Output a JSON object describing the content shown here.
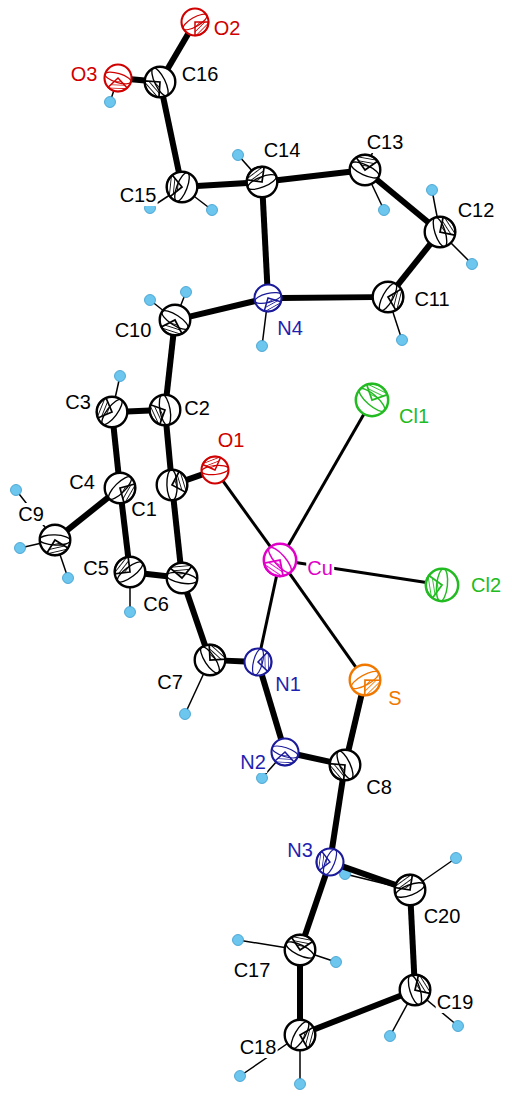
{
  "diagram": {
    "nodes": [
      {
        "text": [
          "O2"
        ]
      },
      {
        "text": [
          "O3"
        ]
      },
      {
        "text": [
          "C16"
        ]
      },
      {
        "text": [
          "C15"
        ]
      },
      {
        "text": [
          "C14"
        ]
      },
      {
        "text": [
          "C13"
        ]
      },
      {
        "text": [
          "C12"
        ]
      },
      {
        "text": [
          "C11"
        ]
      },
      {
        "text": [
          "N4"
        ]
      },
      {
        "text": [
          "C10"
        ]
      },
      {
        "text": [
          "C2"
        ]
      },
      {
        "text": [
          "C3"
        ]
      },
      {
        "text": [
          "O1"
        ]
      },
      {
        "text": [
          "Cl1"
        ]
      },
      {
        "text": [
          "C1"
        ]
      },
      {
        "text": [
          "C4"
        ]
      },
      {
        "text": [
          "C9"
        ]
      },
      {
        "text": [
          "Cu"
        ]
      },
      {
        "text": [
          "Cl2"
        ]
      },
      {
        "text": [
          "C5"
        ]
      },
      {
        "text": [
          "C6"
        ]
      },
      {
        "text": [
          "C7"
        ]
      },
      {
        "text": [
          "N1"
        ]
      },
      {
        "text": [
          "S"
        ]
      },
      {
        "text": [
          "N2"
        ]
      },
      {
        "text": [
          "C8"
        ]
      },
      {
        "text": [
          "N3"
        ]
      },
      {
        "text": [
          "C20"
        ]
      },
      {
        "text": [
          "C17"
        ]
      },
      {
        "text": [
          "C19"
        ]
      },
      {
        "text": [
          "C18"
        ]
      }
    ],
    "edges": [
      {
        "from": 0,
        "to": 2,
        "arrow": "none"
      },
      {
        "from": 1,
        "to": 2,
        "arrow": "none"
      },
      {
        "from": 2,
        "to": 3,
        "arrow": "none"
      },
      {
        "from": 3,
        "to": 4,
        "arrow": "none"
      },
      {
        "from": 4,
        "to": 5,
        "arrow": "none"
      },
      {
        "from": 5,
        "to": 6,
        "arrow": "none"
      },
      {
        "from": 6,
        "to": 7,
        "arrow": "none"
      },
      {
        "from": 7,
        "to": 8,
        "arrow": "none"
      },
      {
        "from": 8,
        "to": 4,
        "arrow": "none"
      },
      {
        "from": 8,
        "to": 9,
        "arrow": "none"
      },
      {
        "from": 9,
        "to": 10,
        "arrow": "none"
      },
      {
        "from": 10,
        "to": 11,
        "arrow": "none"
      },
      {
        "from": 11,
        "to": 15,
        "arrow": "none"
      },
      {
        "from": 15,
        "to": 16,
        "arrow": "none"
      },
      {
        "from": 15,
        "to": 19,
        "arrow": "none"
      },
      {
        "from": 19,
        "to": 20,
        "arrow": "none"
      },
      {
        "from": 20,
        "to": 14,
        "arrow": "none"
      },
      {
        "from": 14,
        "to": 10,
        "arrow": "none"
      },
      {
        "from": 14,
        "to": 12,
        "arrow": "none"
      },
      {
        "from": 20,
        "to": 21,
        "arrow": "none"
      },
      {
        "from": 21,
        "to": 22,
        "arrow": "none"
      },
      {
        "from": 22,
        "to": 24,
        "arrow": "none"
      },
      {
        "from": 24,
        "to": 25,
        "arrow": "none"
      },
      {
        "from": 25,
        "to": 23,
        "arrow": "none"
      },
      {
        "from": 25,
        "to": 26,
        "arrow": "none"
      },
      {
        "from": 26,
        "to": 28,
        "arrow": "none"
      },
      {
        "from": 26,
        "to": 27,
        "arrow": "none"
      },
      {
        "from": 28,
        "to": 30,
        "arrow": "none"
      },
      {
        "from": 30,
        "to": 29,
        "arrow": "none"
      },
      {
        "from": 29,
        "to": 27,
        "arrow": "none"
      },
      {
        "from": 12,
        "to": 17,
        "arrow": "none"
      },
      {
        "from": 22,
        "to": 17,
        "arrow": "none"
      },
      {
        "from": 23,
        "to": 17,
        "arrow": "none"
      },
      {
        "from": 13,
        "to": 17,
        "arrow": "none"
      },
      {
        "from": 18,
        "to": 17,
        "arrow": "none"
      }
    ]
  }
}
